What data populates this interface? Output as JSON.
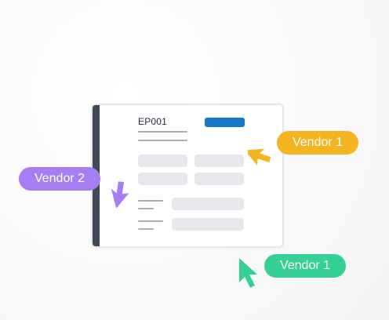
{
  "document": {
    "id": "EP001"
  },
  "labels": {
    "vendor_top": "Vendor 1",
    "vendor_left": "Vendor 2",
    "vendor_bottom": "Vendor 1"
  },
  "colors": {
    "sidebar": "#3f4957",
    "primary_button": "#1677c9",
    "vendor_yellow": "#f5b421",
    "vendor_purple": "#a57ef3",
    "vendor_green": "#35d093"
  },
  "icons": {
    "cursor": "arrow-cursor-icon"
  }
}
